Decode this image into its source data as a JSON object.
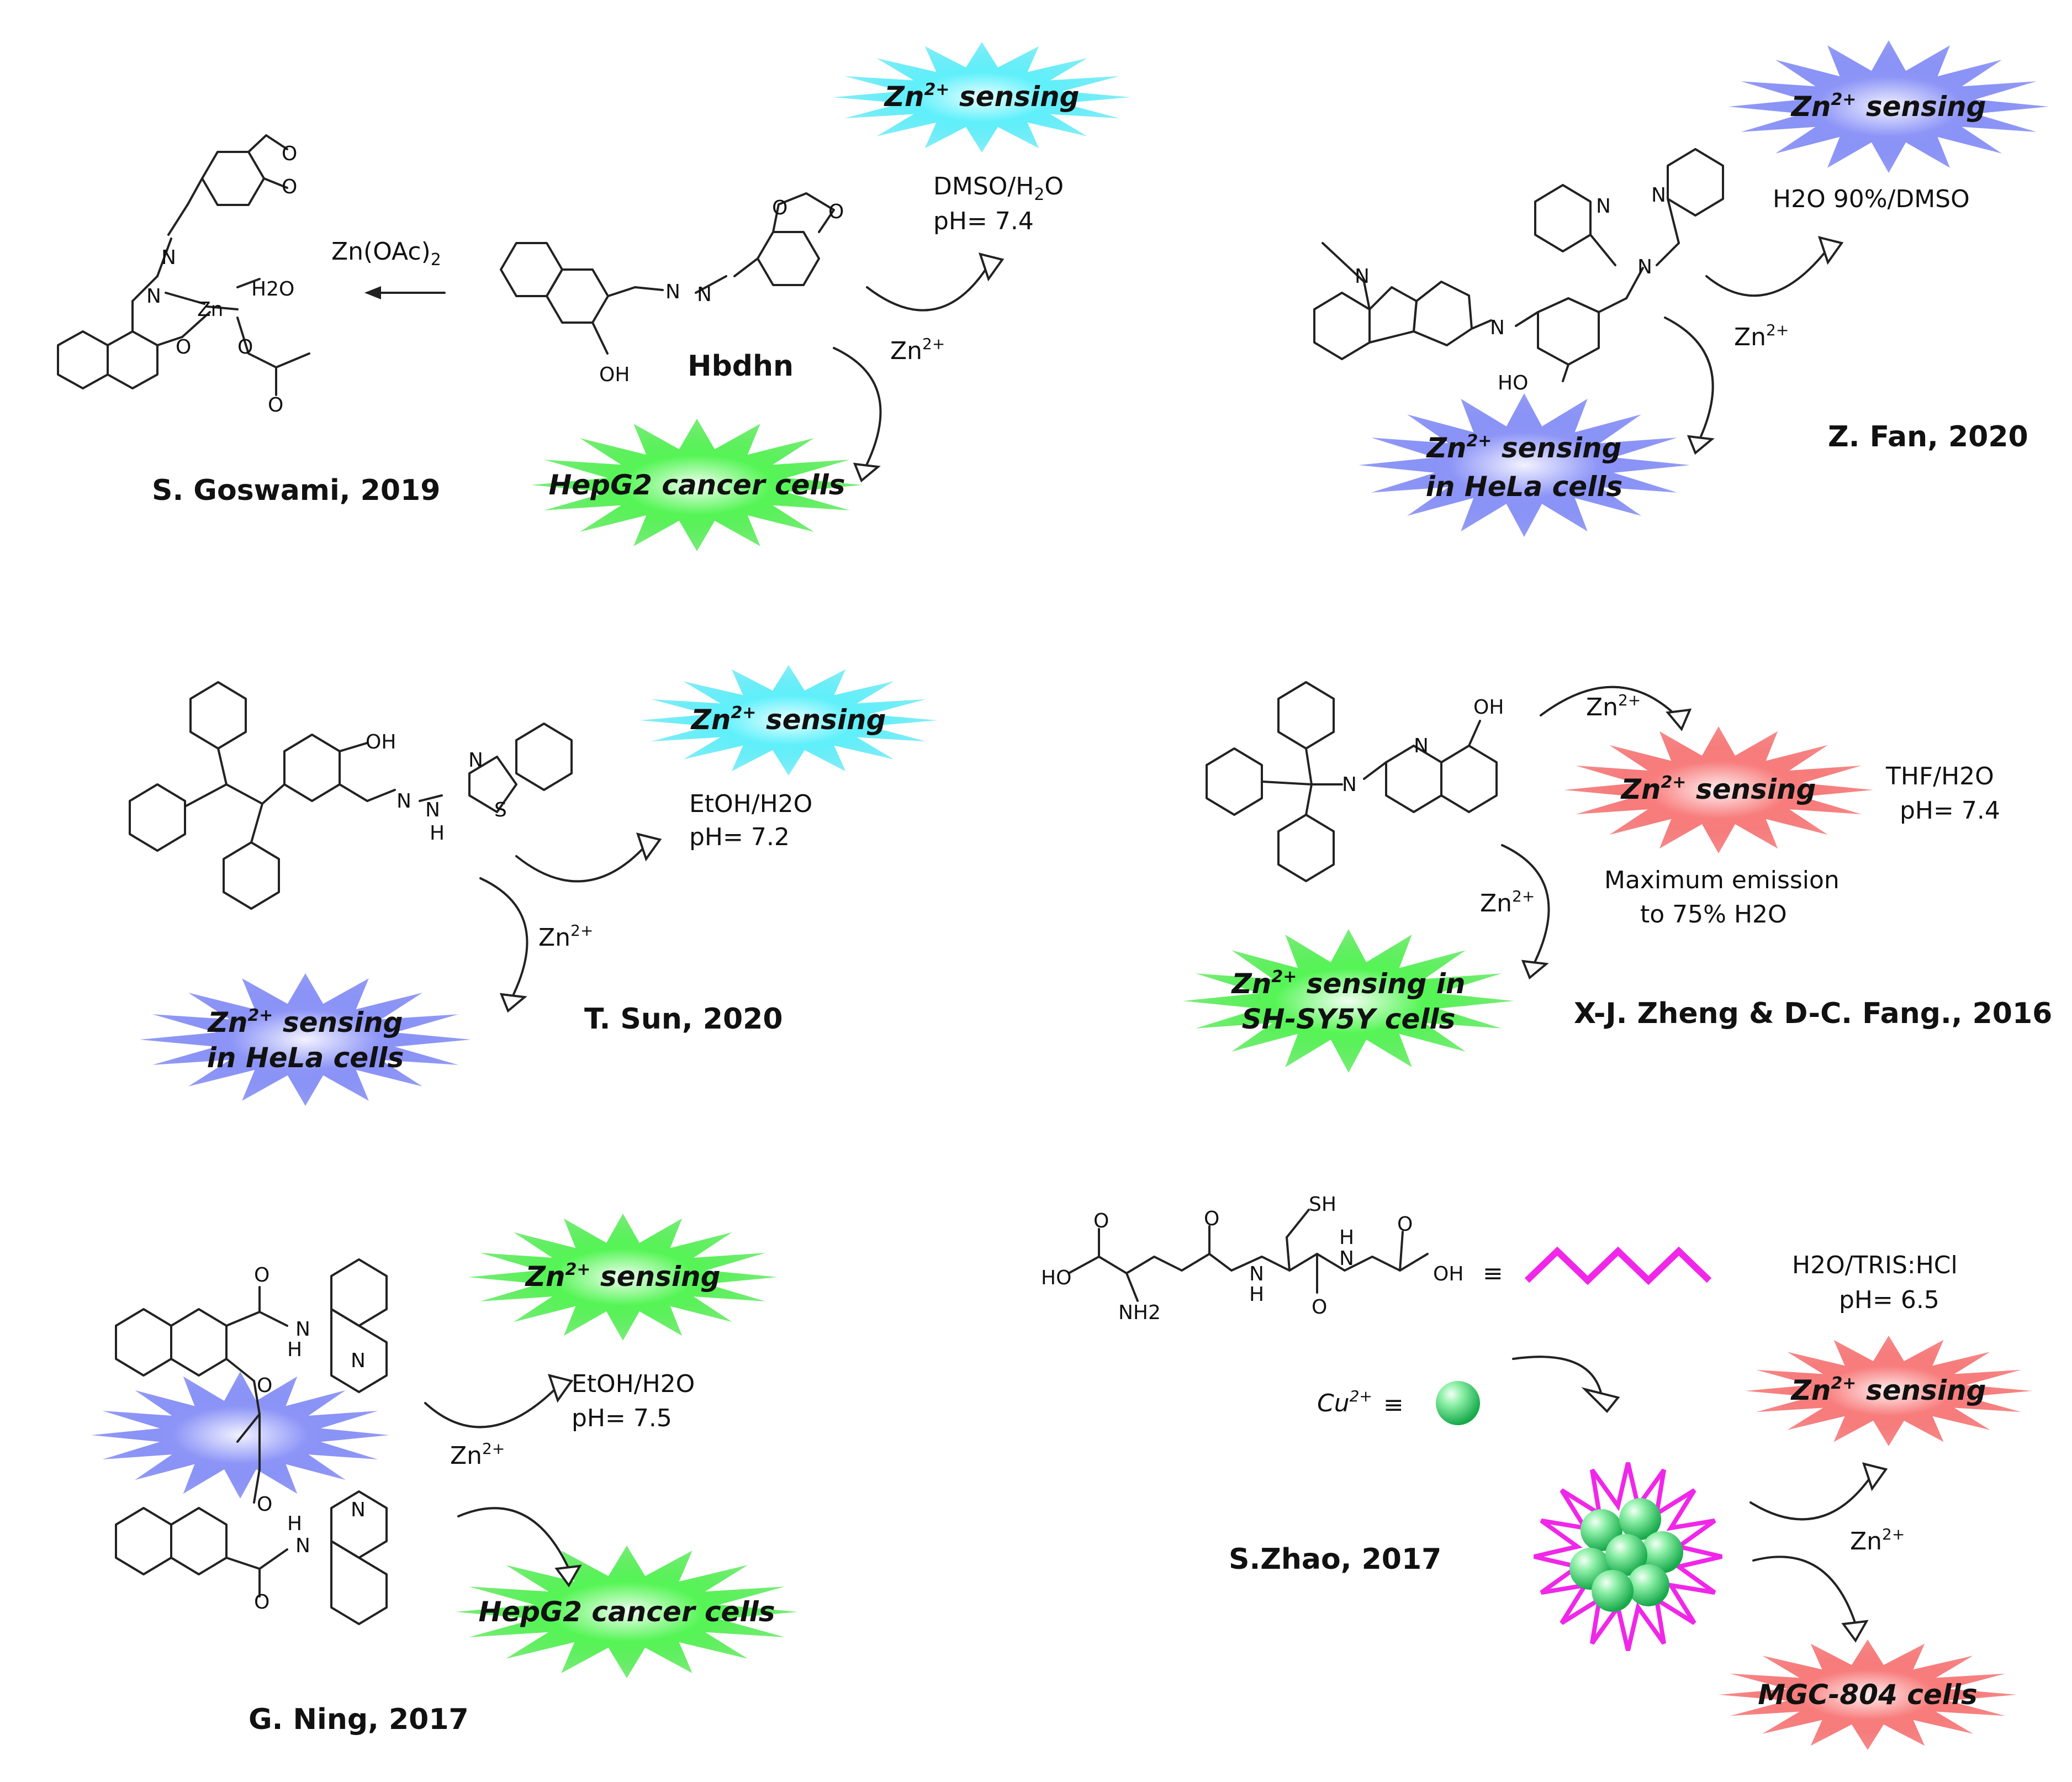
{
  "panels": {
    "goswami": {
      "author": "S. Goswami, 2019",
      "reagent": "Zn(OAc)",
      "reagent_sub": "2",
      "ligand_name": "Hbdhn",
      "zn_label": "Zn",
      "zn_sup": "2+",
      "burst_sensing_main": "Zn",
      "burst_sensing_sup": "2+",
      "burst_sensing_tail": " sensing",
      "burst_cells": "HepG2 cancer cells",
      "solvent_a": "DMSO/H",
      "solvent_sub": "2",
      "solvent_b": "O",
      "ph": "pH= 7.4",
      "atoms": {
        "n1": "N",
        "n2": "N",
        "zn": "Zn",
        "h2o": "H2O",
        "o1": "O",
        "o2": "O",
        "oh": "OH",
        "nn1": "N",
        "nn2": "N",
        "od1": "O",
        "od2": "O",
        "od3": "O",
        "od4": "O",
        "o3": "O"
      }
    },
    "fan": {
      "author": "Z. Fan, 2020",
      "burst_sensing_main": "Zn",
      "burst_sensing_sup": "2+",
      "burst_sensing_tail": " sensing",
      "burst_cells_1": "Zn",
      "burst_cells_sup": "2+",
      "burst_cells_1_tail": " sensing",
      "burst_cells_2": "in HeLa cells",
      "solvent": "H2O 90%/DMSO",
      "zn_label": "Zn",
      "zn_sup": "2+",
      "atoms": {
        "n_carb": "N",
        "n_imine": "N",
        "ho": "HO",
        "n_pyr1": "N",
        "n_pyr2": "N",
        "n_amine": "N"
      }
    },
    "sun": {
      "author": "T. Sun, 2020",
      "burst_sensing_main": "Zn",
      "burst_sensing_sup": "2+",
      "burst_sensing_tail": " sensing",
      "burst_cells_1": "Zn",
      "burst_cells_sup": "2+",
      "burst_cells_1_tail": " sensing",
      "burst_cells_2": "in HeLa cells",
      "solvent": "EtOH/H2O",
      "ph": "pH= 7.2",
      "zn_label": "Zn",
      "zn_sup": "2+",
      "atoms": {
        "oh": "OH",
        "n1": "N",
        "n2": "N",
        "h": "H",
        "n3": "N",
        "s": "S"
      }
    },
    "zheng": {
      "author": "X-J. Zheng & D-C. Fang., 2016",
      "burst_sensing_main": "Zn",
      "burst_sensing_sup": "2+",
      "burst_sensing_tail": " sensing",
      "burst_cells_1": "Zn",
      "burst_cells_sup": "2+",
      "burst_cells_1_tail": " sensing in",
      "burst_cells_2": "SH-SY5Y cells",
      "solvent": "THF/H2O",
      "ph": "pH= 7.4",
      "emission_1": "Maximum emission",
      "emission_2": "to 75% H2O",
      "zn_label": "Zn",
      "zn_sup": "2+",
      "atoms": {
        "oh": "OH",
        "n1": "N",
        "n2": "N"
      }
    },
    "ning": {
      "author": "G. Ning, 2017",
      "burst_sensing_main": "Zn",
      "burst_sensing_sup": "2+",
      "burst_sensing_tail": " sensing",
      "burst_cells": "HepG2 cancer cells",
      "solvent": "EtOH/H2O",
      "ph": "pH= 7.5",
      "zn_label": "Zn",
      "zn_sup": "2+",
      "atoms": {
        "o1": "O",
        "h1": "H",
        "n1": "N",
        "n2": "N",
        "o2": "O",
        "o3": "O",
        "h2": "H",
        "n3": "N",
        "n4": "N",
        "o4": "O"
      }
    },
    "zhao": {
      "author": "S.Zhao, 2017",
      "cu_label": "Cu",
      "cu_sup": "2+",
      "equiv": "≡",
      "burst_sensing_main": "Zn",
      "burst_sensing_sup": "2+",
      "burst_sensing_tail": " sensing",
      "burst_cells": "MGC-804 cells",
      "solvent": "H2O/TRIS:HCl",
      "ph": "pH= 6.5",
      "zn_label": "Zn",
      "zn_sup": "2+",
      "atoms": {
        "sh": "SH",
        "ho": "HO",
        "nh2": "NH2",
        "o1": "O",
        "o2": "O",
        "o3": "O",
        "o4": "O",
        "h1": "H",
        "n1": "N",
        "h2": "H",
        "n2": "N",
        "oh": "OH"
      }
    }
  },
  "colors": {
    "cyan": "#28e0f0",
    "green": "#2ef02e",
    "blue": "#5c6cf2",
    "red": "#f24e4e",
    "magenta": "#f027e8",
    "sphere": "#3cd66a"
  }
}
